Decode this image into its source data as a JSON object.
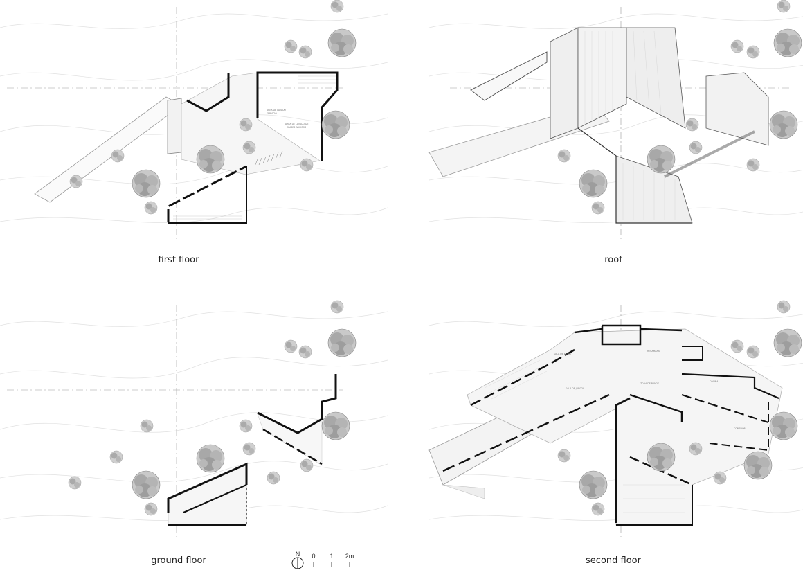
{
  "panels": {
    "first_floor": {
      "caption": "first floor",
      "room_labels": [
        "AREA DE LAVADO",
        "SERVICIO",
        "AREA DE LAVADO DE",
        "CLASES ADULTOS"
      ]
    },
    "roof": {
      "caption": "roof"
    },
    "ground_floor": {
      "caption": "ground floor"
    },
    "second_floor": {
      "caption": "second floor",
      "room_labels": [
        "SALA DE ESTAR",
        "RECAMARA",
        "ZONA DE BAÑOS",
        "SALA DE JUEGOS",
        "COCINA",
        "COMEDOR"
      ]
    }
  },
  "scale_bar": {
    "north_label": "N",
    "ticks": [
      "0",
      "1",
      "2m"
    ]
  },
  "colors": {
    "wall": "#111111",
    "tree": "#9a9a9a",
    "contour": "#d6d6d6",
    "axis": "#9a9a9a"
  }
}
